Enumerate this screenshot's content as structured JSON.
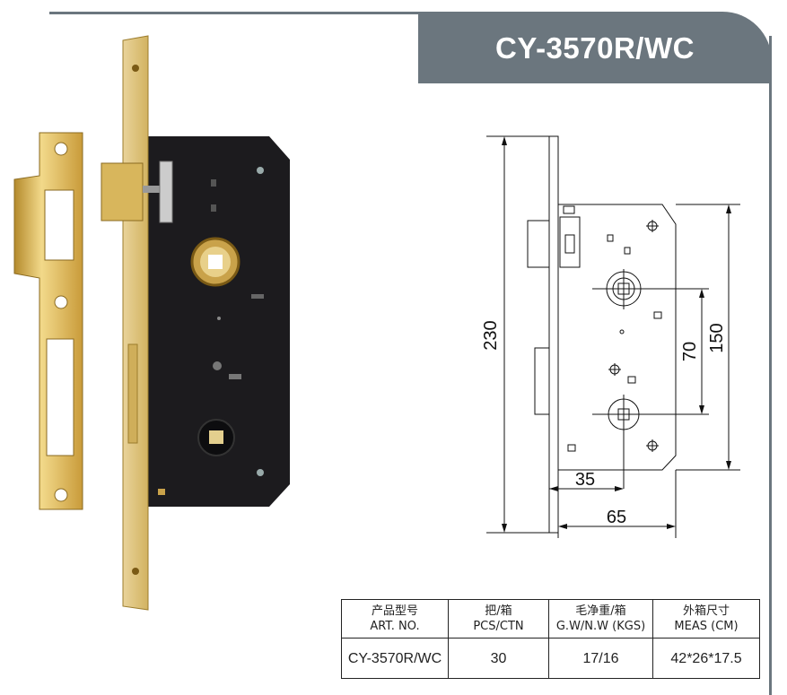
{
  "title": "CY-3570R/WC",
  "dimensions": {
    "total_height": "230",
    "spindle_distance": "70",
    "case_height": "150",
    "backset": "35",
    "depth": "65"
  },
  "spec_table": {
    "headers": [
      {
        "cn": "产品型号",
        "en": "ART. NO."
      },
      {
        "cn": "把/箱",
        "en": "PCS/CTN"
      },
      {
        "cn": "毛净重/箱",
        "en": "G.W/N.W (KGS)"
      },
      {
        "cn": "外箱尺寸",
        "en": "MEAS (CM)"
      }
    ],
    "values": [
      "CY-3570R/WC",
      "30",
      "17/16",
      "42*26*17.5"
    ]
  },
  "colors": {
    "header_bar": "#6b767e",
    "brass": "#d9b75a",
    "lock_body": "#1c1b1e"
  }
}
